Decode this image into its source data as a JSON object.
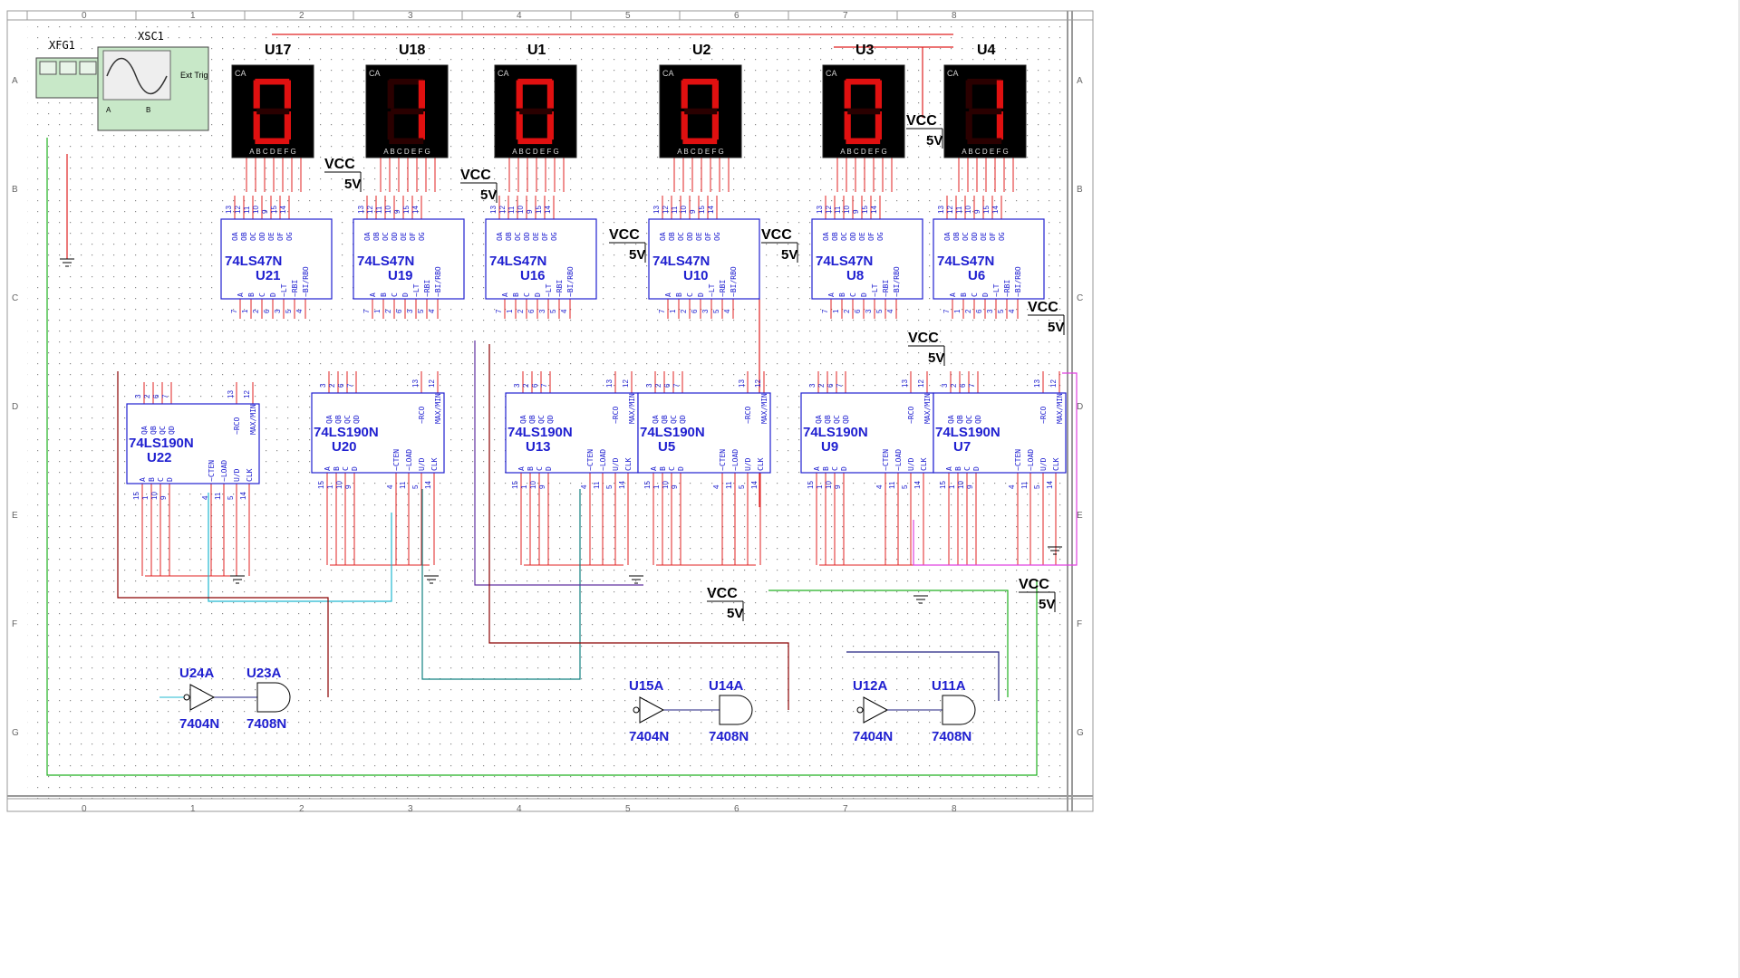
{
  "ruler": {
    "cols": [
      "0",
      "1",
      "2",
      "3",
      "4",
      "5",
      "6",
      "7",
      "8"
    ],
    "rows": [
      "A",
      "B",
      "C",
      "D",
      "E",
      "F",
      "G"
    ]
  },
  "instruments": {
    "function_generator": "XFG1",
    "oscilloscope": "XSC1",
    "ext_trig_label": "Ext Trig",
    "channel_a": "A",
    "channel_b": "B"
  },
  "displays": [
    {
      "ref": "U17",
      "digit": "0",
      "ca": "CA",
      "pins": "A B C D E F G"
    },
    {
      "ref": "U18",
      "digit": "1",
      "ca": "CA",
      "pins": "A B C D E F G"
    },
    {
      "ref": "U1",
      "digit": "0",
      "ca": "CA",
      "pins": "A B C D E F G"
    },
    {
      "ref": "U2",
      "digit": "0",
      "ca": "CA",
      "pins": "A B C D E F G"
    },
    {
      "ref": "U3",
      "digit": "0",
      "ca": "CA",
      "pins": "A B C D E F G"
    },
    {
      "ref": "U4",
      "digit": "1",
      "ca": "CA",
      "pins": "A B C D E F G"
    }
  ],
  "decoders": [
    {
      "part": "74LS47N",
      "ref": "U21"
    },
    {
      "part": "74LS47N",
      "ref": "U19"
    },
    {
      "part": "74LS47N",
      "ref": "U16"
    },
    {
      "part": "74LS47N",
      "ref": "U10"
    },
    {
      "part": "74LS47N",
      "ref": "U8"
    },
    {
      "part": "74LS47N",
      "ref": "U6"
    }
  ],
  "counters": [
    {
      "part": "74LS190N",
      "ref": "U22"
    },
    {
      "part": "74LS190N",
      "ref": "U20"
    },
    {
      "part": "74LS190N",
      "ref": "U13"
    },
    {
      "part": "74LS190N",
      "ref": "U5"
    },
    {
      "part": "74LS190N",
      "ref": "U9"
    },
    {
      "part": "74LS190N",
      "ref": "U7"
    }
  ],
  "gates": [
    {
      "ref": "U24A",
      "part": "7404N"
    },
    {
      "ref": "U23A",
      "part": "7408N"
    },
    {
      "ref": "U15A",
      "part": "7404N"
    },
    {
      "ref": "U14A",
      "part": "7408N"
    },
    {
      "ref": "U12A",
      "part": "7404N"
    },
    {
      "ref": "U11A",
      "part": "7408N"
    }
  ],
  "power": {
    "vcc": "VCC",
    "volt": "5V"
  },
  "decoder_pin_labels": {
    "out": [
      "OA",
      "OB",
      "OC",
      "OD",
      "OE",
      "OF",
      "OG"
    ],
    "out_nums": [
      "13",
      "12",
      "11",
      "10",
      "9",
      "15",
      "14"
    ],
    "in": [
      "A",
      "B",
      "C",
      "D",
      "~LT",
      "~RBI",
      "~BI/RBO"
    ],
    "in_nums": [
      "7",
      "1",
      "2",
      "6",
      "3",
      "5",
      "4"
    ]
  },
  "counter_pin_labels": {
    "top": [
      "QA",
      "QB",
      "QC",
      "QD",
      "~RCO",
      "MAX/MIN"
    ],
    "top_nums": [
      "3",
      "2",
      "6",
      "7",
      "13",
      "12"
    ],
    "bottom": [
      "A",
      "B",
      "C",
      "D",
      "~CTEN",
      "~LOAD",
      "U/D",
      "CLK"
    ],
    "bottom_nums": [
      "15",
      "1",
      "10",
      "9",
      "4",
      "11",
      "5",
      "14"
    ]
  },
  "colors": {
    "wire_red": "#e02020",
    "wire_dark": "#8b0000",
    "chip_blue": "#2020d0",
    "label_dark": "#000000",
    "grid_dot": "#777777",
    "segment_on": "#e01010",
    "display_bg": "#000000",
    "wire_green": "#20b020",
    "wire_cyan": "#20b8d0",
    "wire_magenta": "#e040e0",
    "wire_purple": "#6030a0",
    "wire_teal": "#108080",
    "wire_navy": "#202080"
  }
}
